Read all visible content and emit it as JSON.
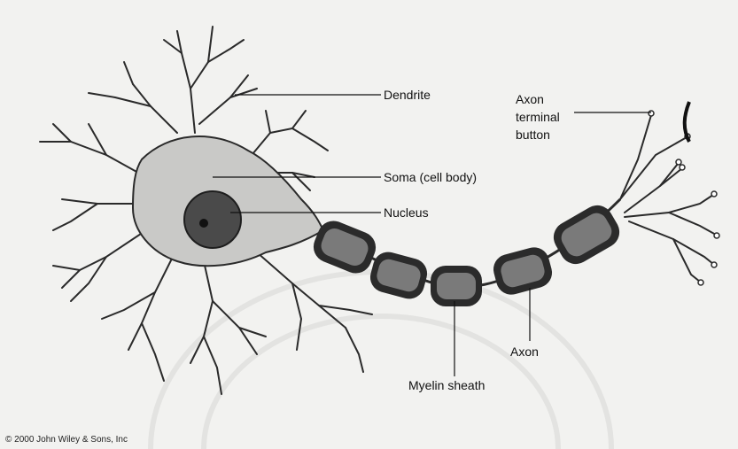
{
  "labels": {
    "dendrite": "Dendrite",
    "soma": "Soma (cell body)",
    "nucleus": "Nucleus",
    "axon_terminal": [
      "Axon",
      "terminal",
      "button"
    ],
    "axon": "Axon",
    "myelin_sheath": "Myelin sheath"
  },
  "copyright": "© 2000 John Wiley & Sons, Inc",
  "colors": {
    "background": "#f2f2f0",
    "cell_fill": "#c9c9c7",
    "outline": "#2a2a2a",
    "nucleus": "#4a4a4a",
    "myelin_outer": "#2b2b2b",
    "myelin_inner": "#7a7a7a"
  }
}
